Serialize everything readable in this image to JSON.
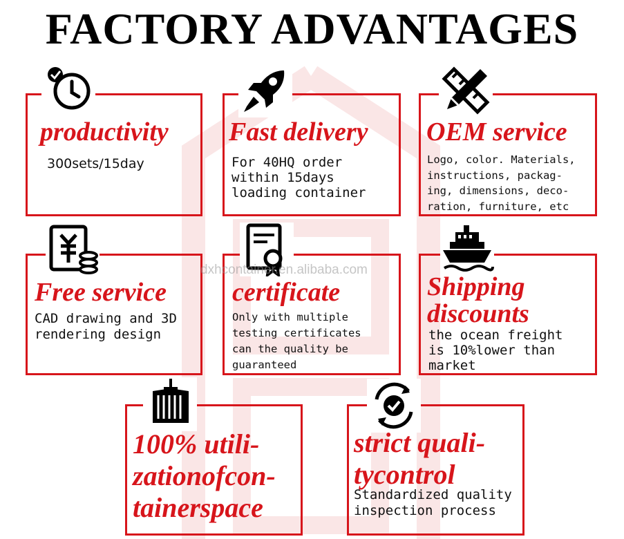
{
  "page": {
    "title": "FACTORY ADVANTAGES"
  },
  "watermark": "dxhcontainer.en.alibaba.com",
  "cards": [
    {
      "icon": "clock-check-icon",
      "title": "productivity",
      "desc": "300sets/15day"
    },
    {
      "icon": "rocket-icon",
      "title": "Fast delivery",
      "desc": "For 40HQ order\nwithin 15days\nloading container"
    },
    {
      "icon": "pencil-ruler-icon",
      "title": "OEM service",
      "desc": "Logo, color. Materials,\ninstructions, packag-\ning, dimensions, deco-\nration, furniture, etc"
    },
    {
      "icon": "yuan-coins-icon",
      "title": "Free service",
      "desc": "CAD drawing and 3D\nrendering design"
    },
    {
      "icon": "certificate-icon",
      "title": "certificate",
      "desc": "Only with multiple\ntesting certificates\ncan the quality be\nguaranteed"
    },
    {
      "icon": "ship-icon",
      "title": "Shipping\ndiscounts",
      "desc": "the ocean freight\nis 10%lower than\nmarket"
    },
    {
      "icon": "container-icon",
      "title": "100% utili-\nzationofcon-\ntainerspace",
      "desc": ""
    },
    {
      "icon": "quality-gear-icon",
      "title": "strict quali-\ntycontrol",
      "desc": "Standardized quality\ninspection process"
    }
  ],
  "colors": {
    "accent": "#d7151b",
    "text": "#111111"
  }
}
